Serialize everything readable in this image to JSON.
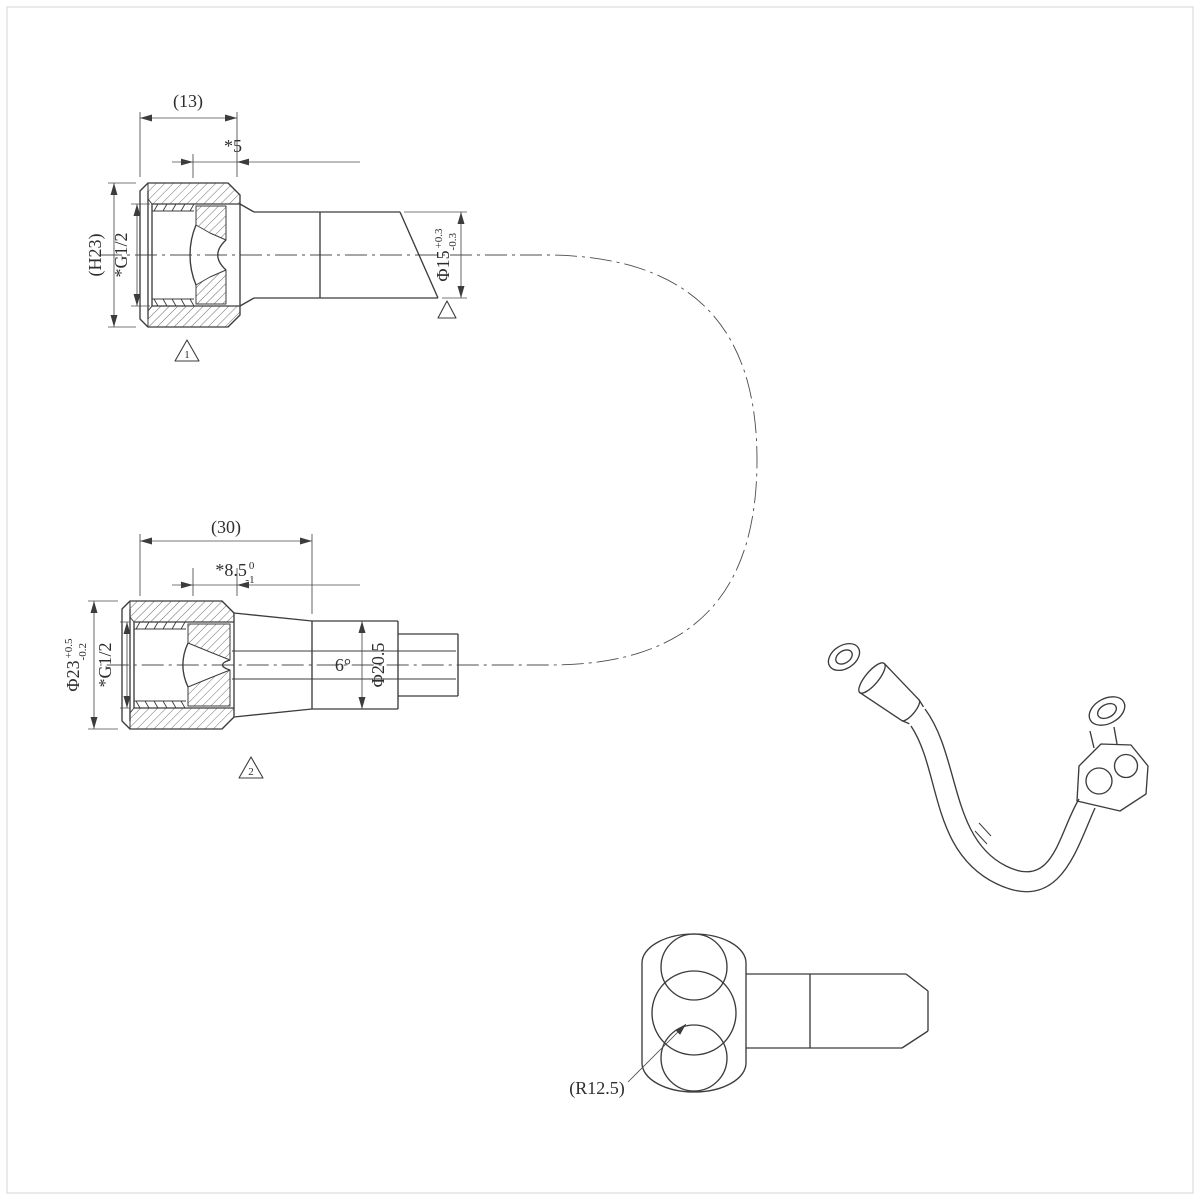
{
  "drawing": {
    "background": "#ffffff",
    "line_color": "#3c3c3c",
    "views": {
      "top_fitting": {
        "dim_width": "(13)",
        "dim_depth": "*5",
        "dim_height": "(H23)",
        "dim_thread": "*G1/2",
        "dim_tube_dia": "Φ15",
        "dim_tube_dia_tol_upper": "+0.3",
        "dim_tube_dia_tol_lower": "-0.3",
        "flag": "1"
      },
      "middle_fitting": {
        "dim_length": "(30)",
        "dim_depth": "*8.5",
        "dim_depth_tol_upper": "0",
        "dim_depth_tol_lower": "-1",
        "dim_outer_dia": "Φ23",
        "dim_outer_dia_tol_upper": "+0.5",
        "dim_outer_dia_tol_lower": "-0.2",
        "dim_thread": "*G1/2",
        "dim_cone_angle": "6°",
        "dim_cyl_dia": "Φ20.5",
        "flag": "2"
      },
      "elbow": {
        "dim_radius": "(R12.5)"
      }
    }
  }
}
